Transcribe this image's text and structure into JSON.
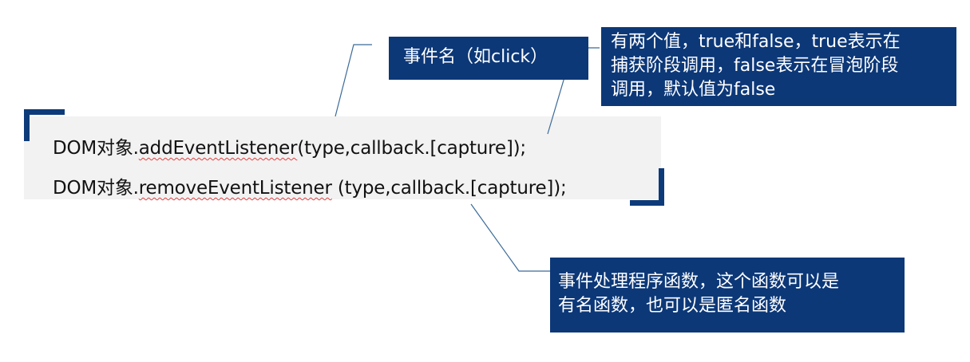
{
  "code": {
    "line1": {
      "prefix": "DOM对象.",
      "method": "addEventListener",
      "args": "(type,callback.[capture]);"
    },
    "line2": {
      "prefix": "DOM对象.",
      "method": "removeEventListener",
      "args": " (type,callback.[capture]);"
    }
  },
  "callouts": {
    "event_name": "事件名（如click）",
    "capture": {
      "line1": "有两个值，true和false，true表示在",
      "line2": "捕获阶段调用，false表示在冒泡阶段",
      "line3": "调用，默认值为false"
    },
    "callback": {
      "line1": "事件处理程序函数，这个函数可以是",
      "line2": "有名函数，也可以是匿名函数"
    }
  },
  "colors": {
    "callout_bg": "#0c3878",
    "bracket": "#0d3b7a",
    "panel_bg": "#f2f2f2",
    "leader_line": "#3b6a98"
  }
}
